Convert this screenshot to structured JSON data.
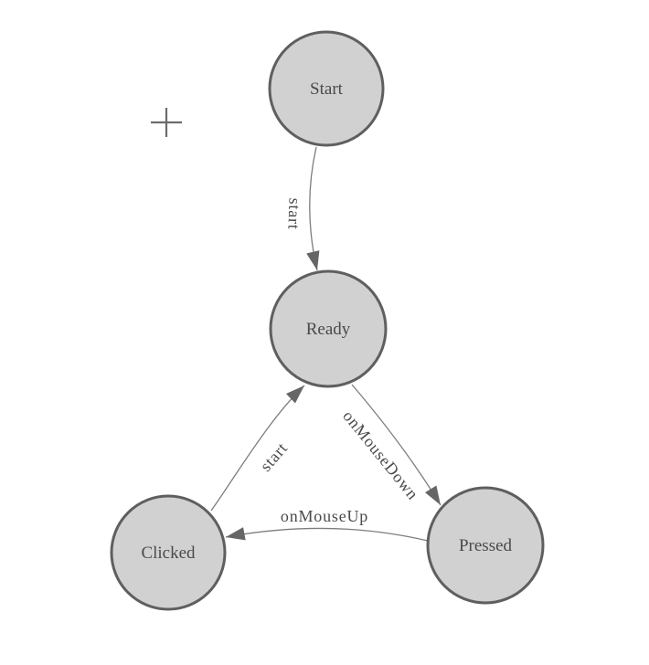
{
  "canvas": {
    "kind": "state-machine-diagram"
  },
  "diagram": {
    "nodes": [
      {
        "id": "start",
        "label": "Start"
      },
      {
        "id": "ready",
        "label": "Ready"
      },
      {
        "id": "clicked",
        "label": "Clicked"
      },
      {
        "id": "pressed",
        "label": "Pressed"
      }
    ],
    "edges": [
      {
        "from": "start",
        "to": "ready",
        "label": "start"
      },
      {
        "from": "ready",
        "to": "pressed",
        "label": "onMouseDown"
      },
      {
        "from": "pressed",
        "to": "clicked",
        "label": "onMouseUp"
      },
      {
        "from": "clicked",
        "to": "ready",
        "label": "start"
      }
    ],
    "colors": {
      "node_fill": "#d1d1d1",
      "node_stroke": "#5f5f5f",
      "edge_stroke": "#7d7d7d",
      "arrow_fill": "#666666",
      "text": "#4a4a4a",
      "crosshair": "#6b6b6b",
      "background": "#ffffff"
    }
  }
}
